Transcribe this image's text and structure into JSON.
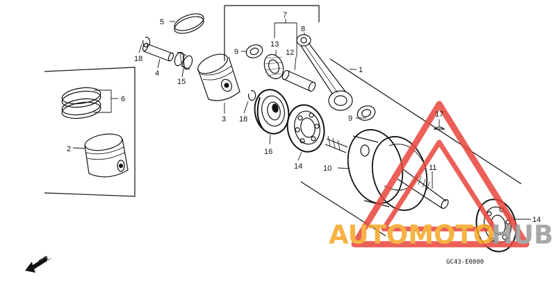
{
  "callouts": {
    "p1": "1",
    "p2": "2",
    "p3": "3",
    "p4": "4",
    "p5": "5",
    "p6": "6",
    "p7": "7",
    "p8": "8",
    "p9a": "9",
    "p9b": "9",
    "p10": "10",
    "p11": "11",
    "p12": "12",
    "p13": "13",
    "p14a": "14",
    "p14b": "14",
    "p15": "15",
    "p16": "16",
    "p17": "17",
    "p18a": "18",
    "p18b": "18"
  },
  "direction": {
    "label": "FR."
  },
  "diagram_code": "GC43-E0800",
  "watermark": {
    "text_orange": "AUTOMOTO",
    "text_gray": "HUB",
    "colors": {
      "orange": "#f5a623",
      "gray": "#9a9a9a",
      "triangle": "#e8453c"
    }
  }
}
